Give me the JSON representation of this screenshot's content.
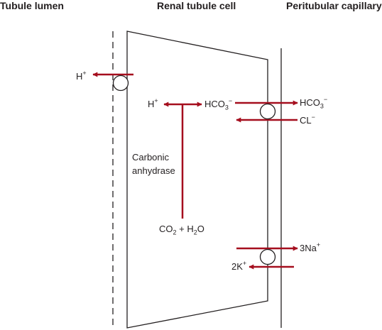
{
  "headers": {
    "lumen": "Tubule lumen",
    "cell": "Renal tubule cell",
    "capillary": "Peritubular capillary"
  },
  "labels": {
    "h_lumen": {
      "base": "H",
      "sup": "+"
    },
    "h_cell": {
      "base": "H",
      "sup": "+"
    },
    "hco3_cell": {
      "base": "HCO",
      "sub": "3",
      "sup": "−"
    },
    "hco3_cap": {
      "base": "HCO",
      "sub": "3",
      "sup": "−"
    },
    "cl": {
      "base": "CL",
      "sup": "−"
    },
    "enzyme_line1": "Carbonic",
    "enzyme_line2": "anhydrase",
    "co2": {
      "a": "CO",
      "a_sub": "2",
      "plus": " + H",
      "b_sub": "2",
      "b": "O"
    },
    "na": {
      "base": "3Na",
      "sup": "+"
    },
    "k": {
      "base": "2K",
      "sup": "+"
    }
  },
  "colors": {
    "arrow": "#a50e1e",
    "line": "#231f20"
  }
}
